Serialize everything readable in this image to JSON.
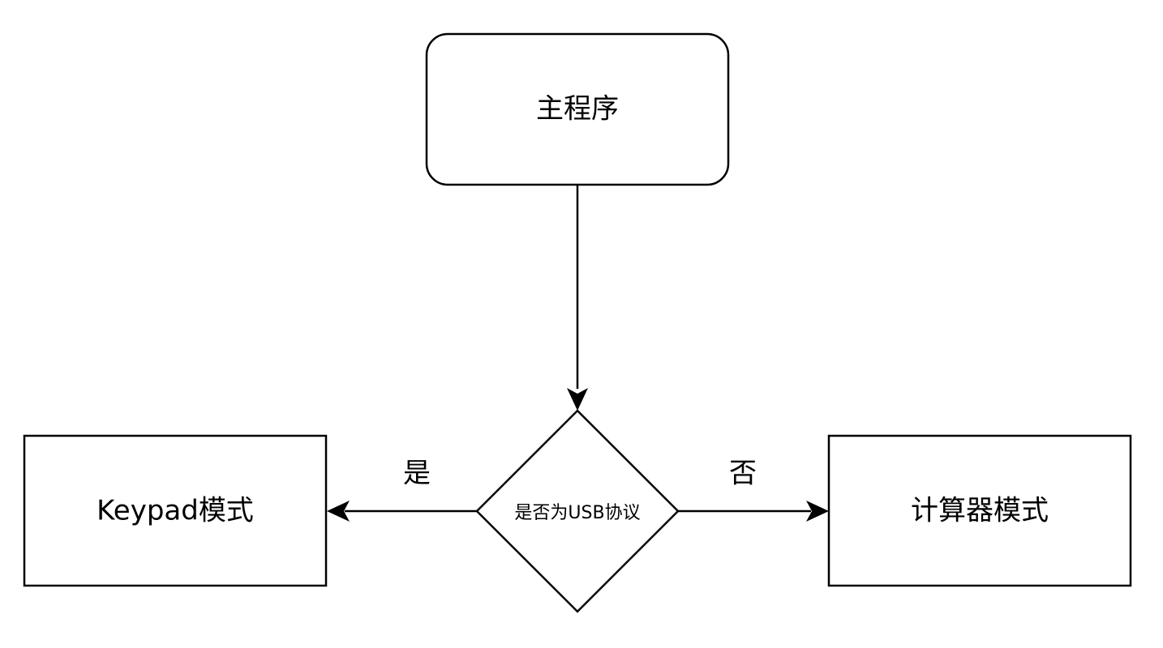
{
  "diagram": {
    "type": "flowchart",
    "colors": {
      "stroke": "#000000",
      "fill": "#ffffff",
      "text": "#000000"
    },
    "nodes": {
      "main_program": {
        "label": "主程序",
        "shape": "rounded-rectangle"
      },
      "usb_check": {
        "label": "是否为USB协议",
        "shape": "diamond"
      },
      "keypad_mode": {
        "label": "Keypad模式",
        "shape": "rectangle"
      },
      "calculator_mode": {
        "label": "计算器模式",
        "shape": "rectangle"
      }
    },
    "edges": {
      "main_to_check": {
        "from": "main_program",
        "to": "usb_check",
        "label": ""
      },
      "yes_branch": {
        "from": "usb_check",
        "to": "keypad_mode",
        "label": "是"
      },
      "no_branch": {
        "from": "usb_check",
        "to": "calculator_mode",
        "label": "否"
      }
    }
  }
}
